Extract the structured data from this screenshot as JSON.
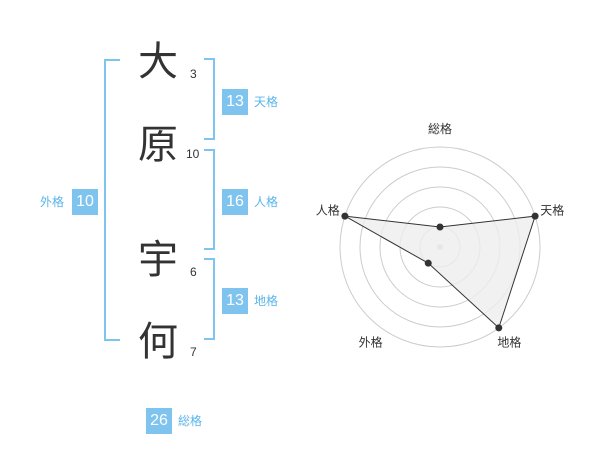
{
  "name": {
    "characters": [
      {
        "char": "大",
        "strokes": "3"
      },
      {
        "char": "原",
        "strokes": "10"
      },
      {
        "char": "宇",
        "strokes": "6"
      },
      {
        "char": "何",
        "strokes": "7"
      }
    ]
  },
  "fortunes": {
    "tenkaku": {
      "label": "天格",
      "value": "13"
    },
    "jinkaku": {
      "label": "人格",
      "value": "16"
    },
    "chikaku": {
      "label": "地格",
      "value": "13"
    },
    "gaikaku": {
      "label": "外格",
      "value": "10"
    },
    "soukaku": {
      "label": "総格",
      "value": "26"
    }
  },
  "colors": {
    "accent": "#7fc3ef",
    "accent_text": "#5ab4ea",
    "text": "#333333",
    "grid": "#cccccc",
    "fill": "#eeeeee"
  },
  "chart_data": {
    "type": "radar",
    "axes": [
      "総格",
      "天格",
      "地格",
      "外格",
      "人格"
    ],
    "scale": [
      0,
      5
    ],
    "values": [
      1,
      5,
      5,
      1,
      5
    ],
    "grid": true
  }
}
